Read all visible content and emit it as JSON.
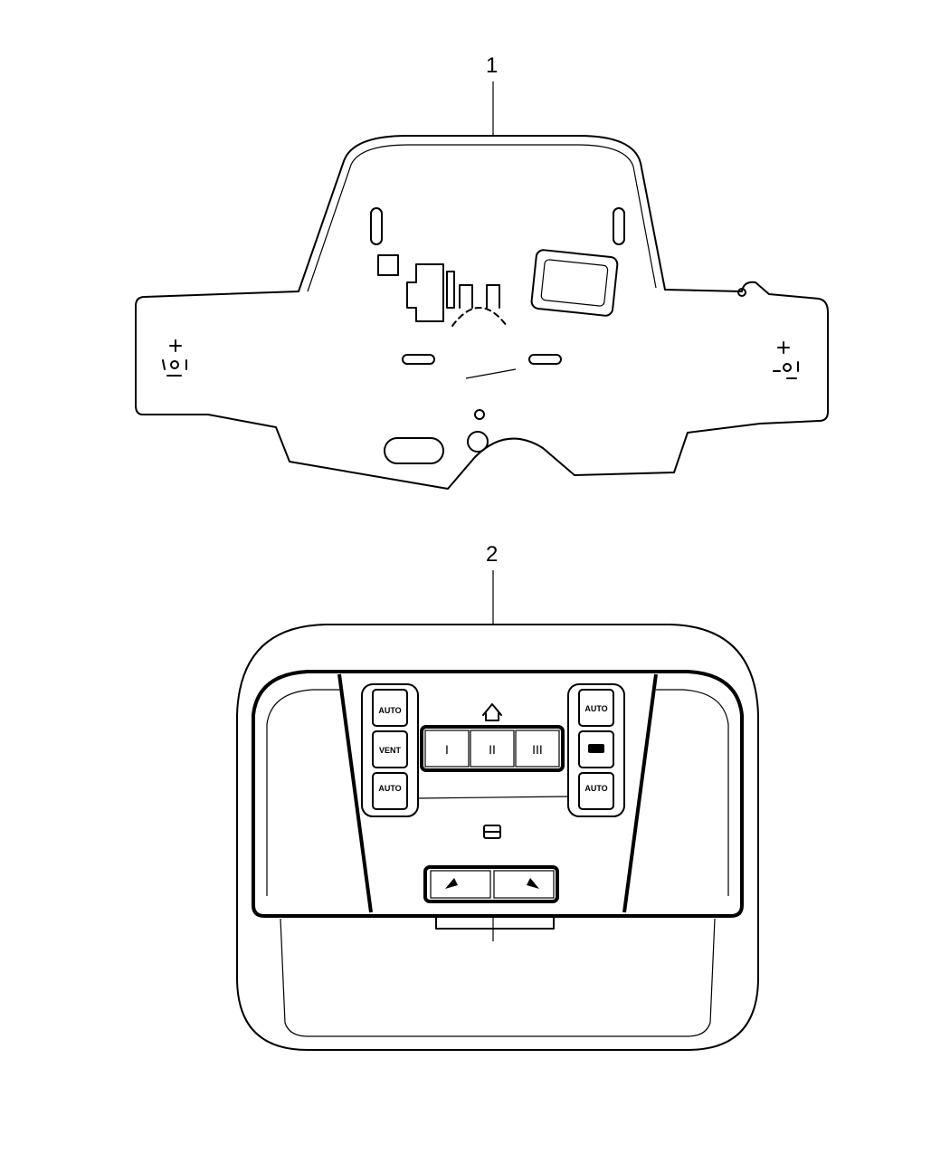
{
  "callouts": {
    "part1": "1",
    "part2": "2"
  },
  "console": {
    "left_buttons": [
      "AUTO",
      "VENT",
      "AUTO"
    ],
    "right_buttons": [
      "AUTO",
      "AUTO"
    ],
    "center_buttons": [
      "I",
      "II",
      "III"
    ]
  }
}
